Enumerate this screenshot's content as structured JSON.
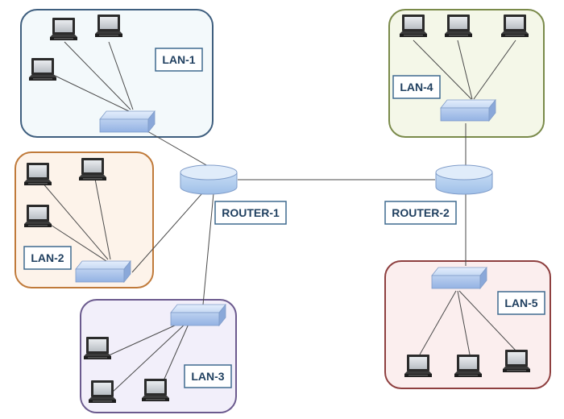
{
  "lans": [
    {
      "id": "lan-1",
      "label": "LAN-1",
      "border": "#3f5f7f",
      "fill": "#f3f9fb",
      "pcs": 3
    },
    {
      "id": "lan-2",
      "label": "LAN-2",
      "border": "#c07a3a",
      "fill": "#fdf3ea",
      "pcs": 3
    },
    {
      "id": "lan-3",
      "label": "LAN-3",
      "border": "#6b5a8e",
      "fill": "#f2effa",
      "pcs": 3
    },
    {
      "id": "lan-4",
      "label": "LAN-4",
      "border": "#7a8a4a",
      "fill": "#f4f7e8",
      "pcs": 3
    },
    {
      "id": "lan-5",
      "label": "LAN-5",
      "border": "#8e3f3f",
      "fill": "#fbeeee",
      "pcs": 3
    }
  ],
  "routers": [
    {
      "id": "router-1",
      "label": "ROUTER-1"
    },
    {
      "id": "router-2",
      "label": "ROUTER-2"
    }
  ],
  "colors": {
    "switch_fill": "#b9cff0",
    "switch_stroke": "#6d8fc4",
    "router_fill": "#c6dcf4",
    "router_stroke": "#6d8fc4",
    "label_border": "#3f6a8f",
    "link": "#4a4a4a"
  }
}
